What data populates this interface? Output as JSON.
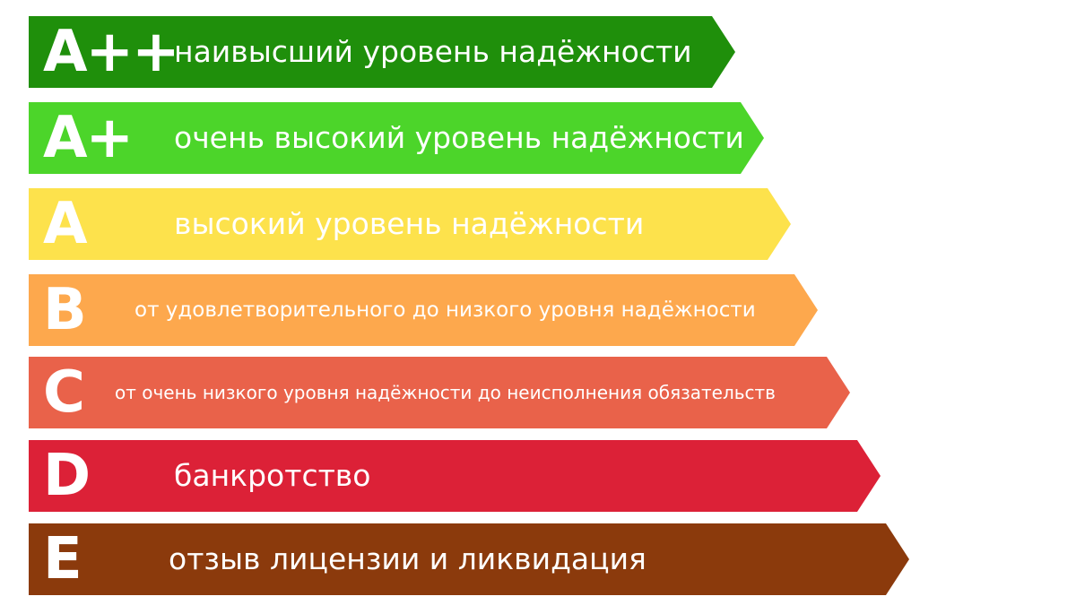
{
  "levels": [
    {
      "grade": "A++",
      "description": "наивысший уровень надёжности",
      "color": "#1f8f0b"
    },
    {
      "grade": "A+",
      "description": "очень высокий уровень надёжности",
      "color": "#4cd52a"
    },
    {
      "grade": "A",
      "description": "высокий уровень надёжности",
      "color": "#fde24c"
    },
    {
      "grade": "B",
      "description": "от удовлетворительного до низкого уровня надёжности",
      "color": "#fda84d"
    },
    {
      "grade": "C",
      "description": "от очень низкого уровня надёжности до неисполнения обязательств",
      "color": "#e9624a"
    },
    {
      "grade": "D",
      "description": "банкротство",
      "color": "#dc2137"
    },
    {
      "grade": "E",
      "description": "отзыв лицензии и ликвидация",
      "color": "#8b3a0c"
    }
  ]
}
